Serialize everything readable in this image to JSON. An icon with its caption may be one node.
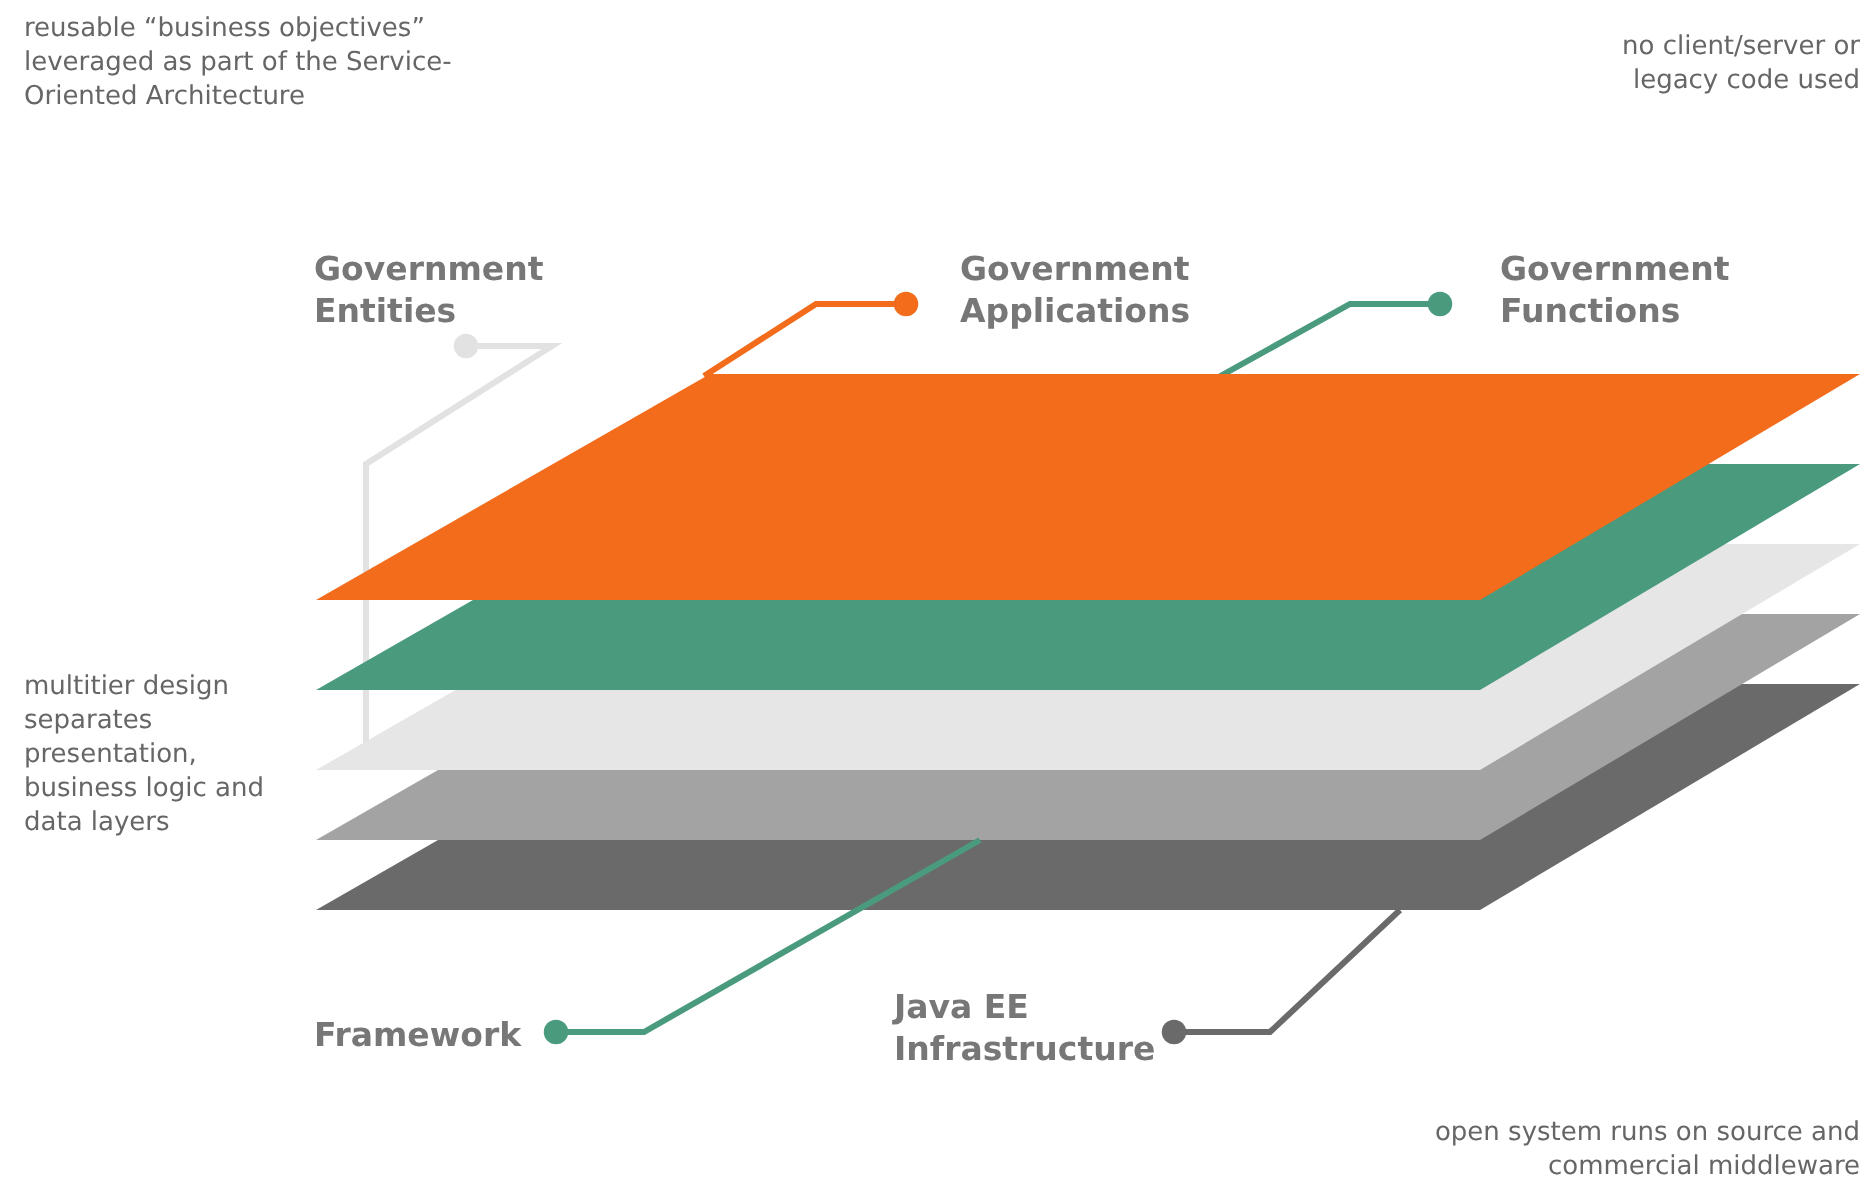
{
  "diagram": {
    "nodes": [
      {
        "text": [
          "Government Entities"
        ]
      },
      {
        "text": [
          "Government Applications"
        ]
      },
      {
        "text": [
          "Government Functions"
        ]
      },
      {
        "text": [
          "Framework"
        ]
      },
      {
        "text": [
          "Java EE Infrastructure"
        ]
      },
      {
        "text": [],
        "shape": "parallelogram"
      },
      {
        "text": [],
        "shape": "parallelogram"
      },
      {
        "text": [],
        "shape": "parallelogram"
      },
      {
        "text": [],
        "shape": "parallelogram"
      },
      {
        "text": [],
        "shape": "parallelogram"
      }
    ],
    "edges": [
      {
        "from": 0,
        "to": 7,
        "arrow": "other",
        "color": "#e2e2e2"
      },
      {
        "from": 1,
        "to": 5,
        "arrow": "other",
        "color": "#f26c1b"
      },
      {
        "from": 2,
        "to": 6,
        "arrow": "other",
        "color": "#4a9a7e"
      },
      {
        "from": 3,
        "to": 8,
        "arrow": "other",
        "color": "#4a9a7e"
      },
      {
        "from": 4,
        "to": 9,
        "arrow": "other",
        "color": "#6a6a6a"
      }
    ],
    "labels": [
      "reusable “business objectives” leveraged as part of the Service-Oriented Architecture",
      "no client/server or legacy code used",
      "multitier design separates presentation, business logic and data layers",
      "open system runs on source and commercial middleware"
    ]
  }
}
